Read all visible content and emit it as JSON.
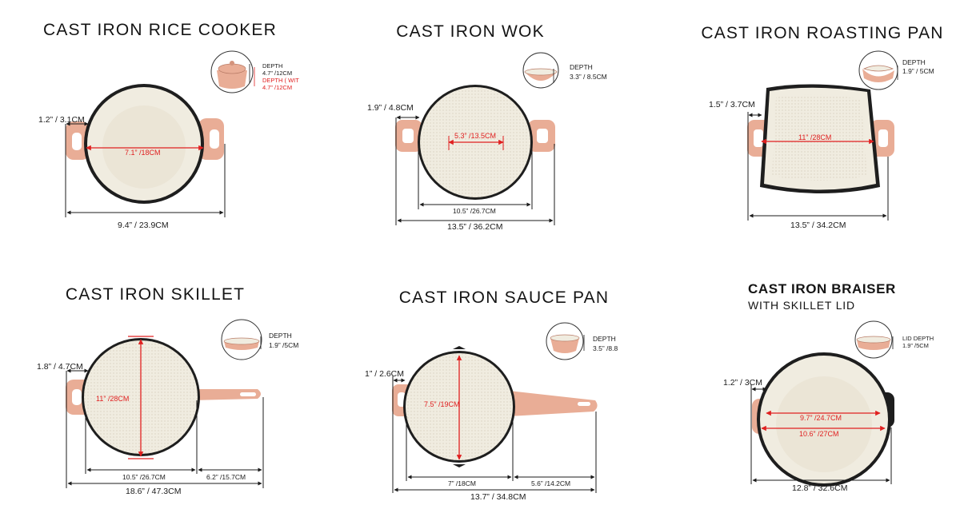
{
  "colors": {
    "enamel_outer": "#e9ad96",
    "enamel_inner": "#f0ece0",
    "rim": "#1e1e1e",
    "dimension_red": "#e02020",
    "dimension_line": "#1b1b1b"
  },
  "icons": {
    "depth_badge": "circle-inset-side-view-icon",
    "dimension_arrow": "double-arrow-line"
  },
  "products": [
    {
      "id": "rice-cooker",
      "title": "CAST IRON RICE COOKER",
      "depth_label": "DEPTH",
      "depth_value": "4.7” /12CM",
      "depth_extra_label": "DEPTH ( WIT",
      "depth_extra_value": "4.7” /12CM",
      "handle": "1.2” / 3.1CM",
      "inner": "7.1” /18CM",
      "overall": "9.4” / 23.9CM"
    },
    {
      "id": "wok",
      "title": "CAST IRON WOK",
      "depth_label": "DEPTH",
      "depth_value": "3.3” / 8.5CM",
      "handle": "1.9” / 4.8CM",
      "inner": "5.3” /13.5CM",
      "body": "10.5” /26.7CM",
      "overall": "13.5” / 36.2CM"
    },
    {
      "id": "roasting-pan",
      "title": "CAST IRON ROASTING PAN",
      "depth_label": "DEPTH",
      "depth_value": "1.9” / 5CM",
      "handle": "1.5” / 3.7CM",
      "inner": "11” /28CM",
      "overall": "13.5” / 34.2CM"
    },
    {
      "id": "skillet",
      "title": "CAST IRON SKILLET",
      "depth_label": "DEPTH",
      "depth_value": "1.9” /5CM",
      "handle": "1.8” / 4.7CM",
      "inner": "11” /28CM",
      "body": "10.5” /26.7CM",
      "handle_long": "6.2” /15.7CM",
      "overall": "18.6” / 47.3CM"
    },
    {
      "id": "sauce-pan",
      "title": "CAST IRON SAUCE PAN",
      "depth_label": "DEPTH",
      "depth_value": "3.5” /8.8",
      "handle": "1” / 2.6CM",
      "inner": "7.5” /19CM",
      "body": "7” /18CM",
      "handle_long": "5.6” /14.2CM",
      "overall": "13.7” / 34.8CM"
    },
    {
      "id": "braiser",
      "title": "CAST IRON BRAISER",
      "subtitle": "WITH SKILLET LID",
      "depth_label": "LID DEPTH",
      "depth_value": "1.9” /5CM",
      "handle": "1.2” / 3CM",
      "inner": "9.7” /24.7CM",
      "inner2": "10.6” /27CM",
      "overall": "12.8” / 32.6CM"
    }
  ]
}
